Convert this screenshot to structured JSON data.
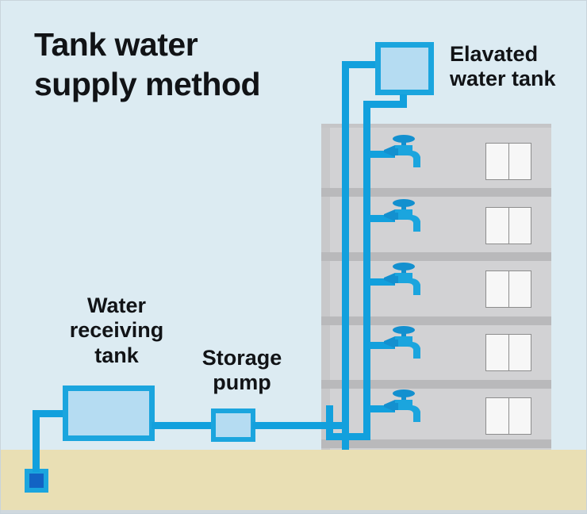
{
  "diagram": {
    "title": "Tank water\nsupply method",
    "background_color": "#dcebf2",
    "ground_color": "#e9dfb4",
    "accent_color": "#12a0dd",
    "tank_fill_color": "#b5dcf2",
    "building_color": "#d2d2d4",
    "water_main_color": "#1263c4"
  },
  "labels": {
    "elevated_tank": "Elavated\nwater tank",
    "water_receiving_tank": "Water\nreceiving\ntank",
    "storage_pump": "Storage\npump"
  },
  "components": {
    "elevated_water_tank": {
      "name": "Elavated water tank"
    },
    "water_receiving_tank": {
      "name": "Water receiving tank"
    },
    "storage_pump": {
      "name": "Storage pump"
    },
    "water_main_inlet": {
      "name": "Water main inlet"
    },
    "building": {
      "name": "Apartment building",
      "floors": 5
    }
  },
  "floors": [
    {
      "index": 1,
      "faucet": "faucet-icon",
      "window": "window"
    },
    {
      "index": 2,
      "faucet": "faucet-icon",
      "window": "window"
    },
    {
      "index": 3,
      "faucet": "faucet-icon",
      "window": "window"
    },
    {
      "index": 4,
      "faucet": "faucet-icon",
      "window": "window"
    },
    {
      "index": 5,
      "faucet": "faucet-icon",
      "window": "window"
    }
  ],
  "pipes": {
    "riser": "supply riser from storage pump to elevated tank",
    "downfeed": "gravity down-feed pipe serving each floor",
    "inlet": "municipal water main to receiving tank"
  }
}
